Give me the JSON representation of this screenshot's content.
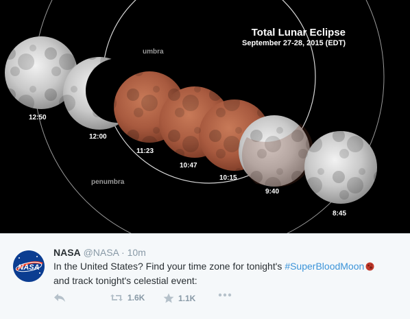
{
  "media": {
    "title": "Total Lunar Eclipse",
    "subtitle": "September 27-28, 2015 (EDT)",
    "umbra_label": "umbra",
    "penumbra_label": "penumbra",
    "times": [
      "12:50",
      "12:00",
      "11:23",
      "10:47",
      "10:15",
      "9:40",
      "8:45"
    ]
  },
  "tweet": {
    "author_name": "NASA",
    "handle": "@NASA",
    "separator": "·",
    "time_ago": "10m",
    "text_before": "In the United States? Find your time zone for tonight's ",
    "hashtag": "#SuperBloodMoon",
    "text_after": "and track tonight's celestial event:",
    "avatar_text": "NASA",
    "retweets": "1.6K",
    "favorites": "1.1K"
  },
  "colors": {
    "blood_moon": "#a85a3f",
    "hashtag": "#3b94d9",
    "action_gray": "#8899a6"
  }
}
